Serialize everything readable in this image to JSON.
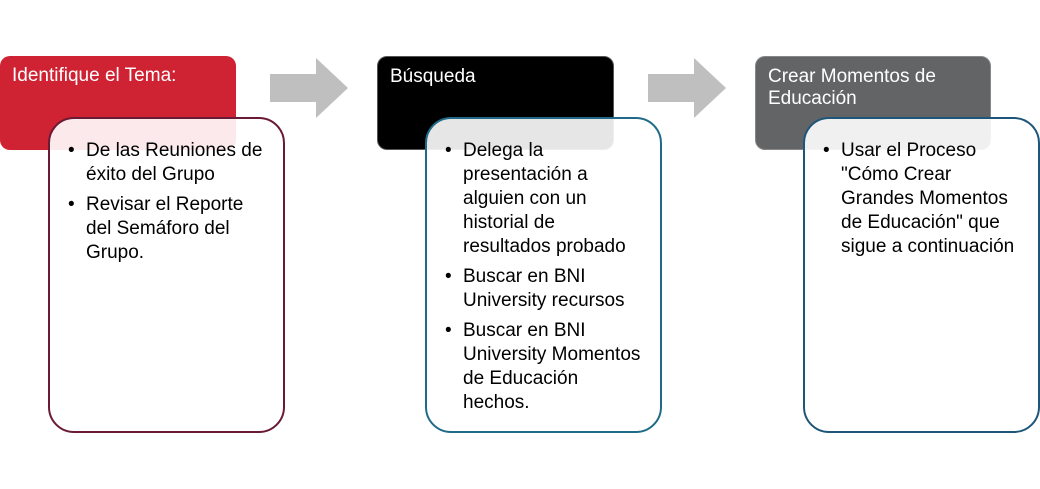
{
  "steps": [
    {
      "title": "Identifique el Tema:",
      "color": "#cf2232",
      "items": [
        "De las Reuniones de éxito del Grupo",
        "Revisar el Reporte del Semáforo del Grupo."
      ]
    },
    {
      "title": "Búsqueda",
      "color": "#000000",
      "items": [
        "Delega la presentación a alguien con un historial de resultados probado",
        "Buscar en BNI University recursos",
        "Buscar en BNI University Momentos de Educación hechos."
      ]
    },
    {
      "title": "Crear Momentos de Educación",
      "color": "#636466",
      "items": [
        "Usar el Proceso \"Cómo Crear Grandes Momentos de Educación\" que sigue a continuación"
      ]
    }
  ],
  "bullet": "•",
  "arrow_color": "#bfbfbf"
}
